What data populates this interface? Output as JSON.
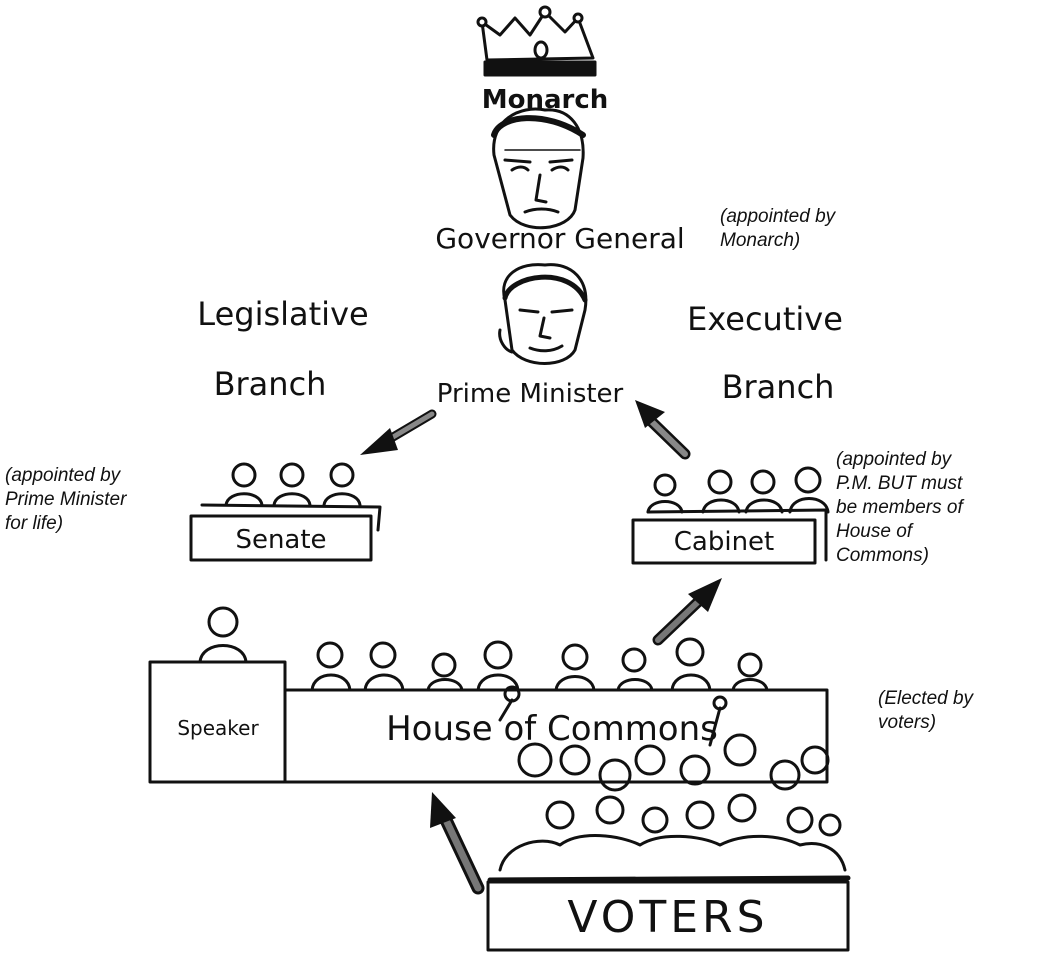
{
  "labels": {
    "monarch": "Monarch",
    "governor_general": "Governor General",
    "prime_minister": "Prime Minister",
    "legislative_line1": "Legislative",
    "legislative_line2": "Branch",
    "executive_line1": "Executive",
    "executive_line2": "Branch",
    "senate": "Senate",
    "cabinet": "Cabinet",
    "speaker": "Speaker",
    "house_of_commons": "House of Commons",
    "voters": "VOTERS"
  },
  "notes": {
    "governor_general": "(appointed by\nMonarch)",
    "senate": "(appointed by\nPrime Minister\nfor life)",
    "cabinet": "(appointed by\nP.M.  BUT must\nbe members of\nHouse of\nCommons)",
    "house_of_commons": "(Elected by\nvoters)"
  },
  "colors": {
    "ink": "#111111",
    "arrow_fill": "#666666"
  }
}
